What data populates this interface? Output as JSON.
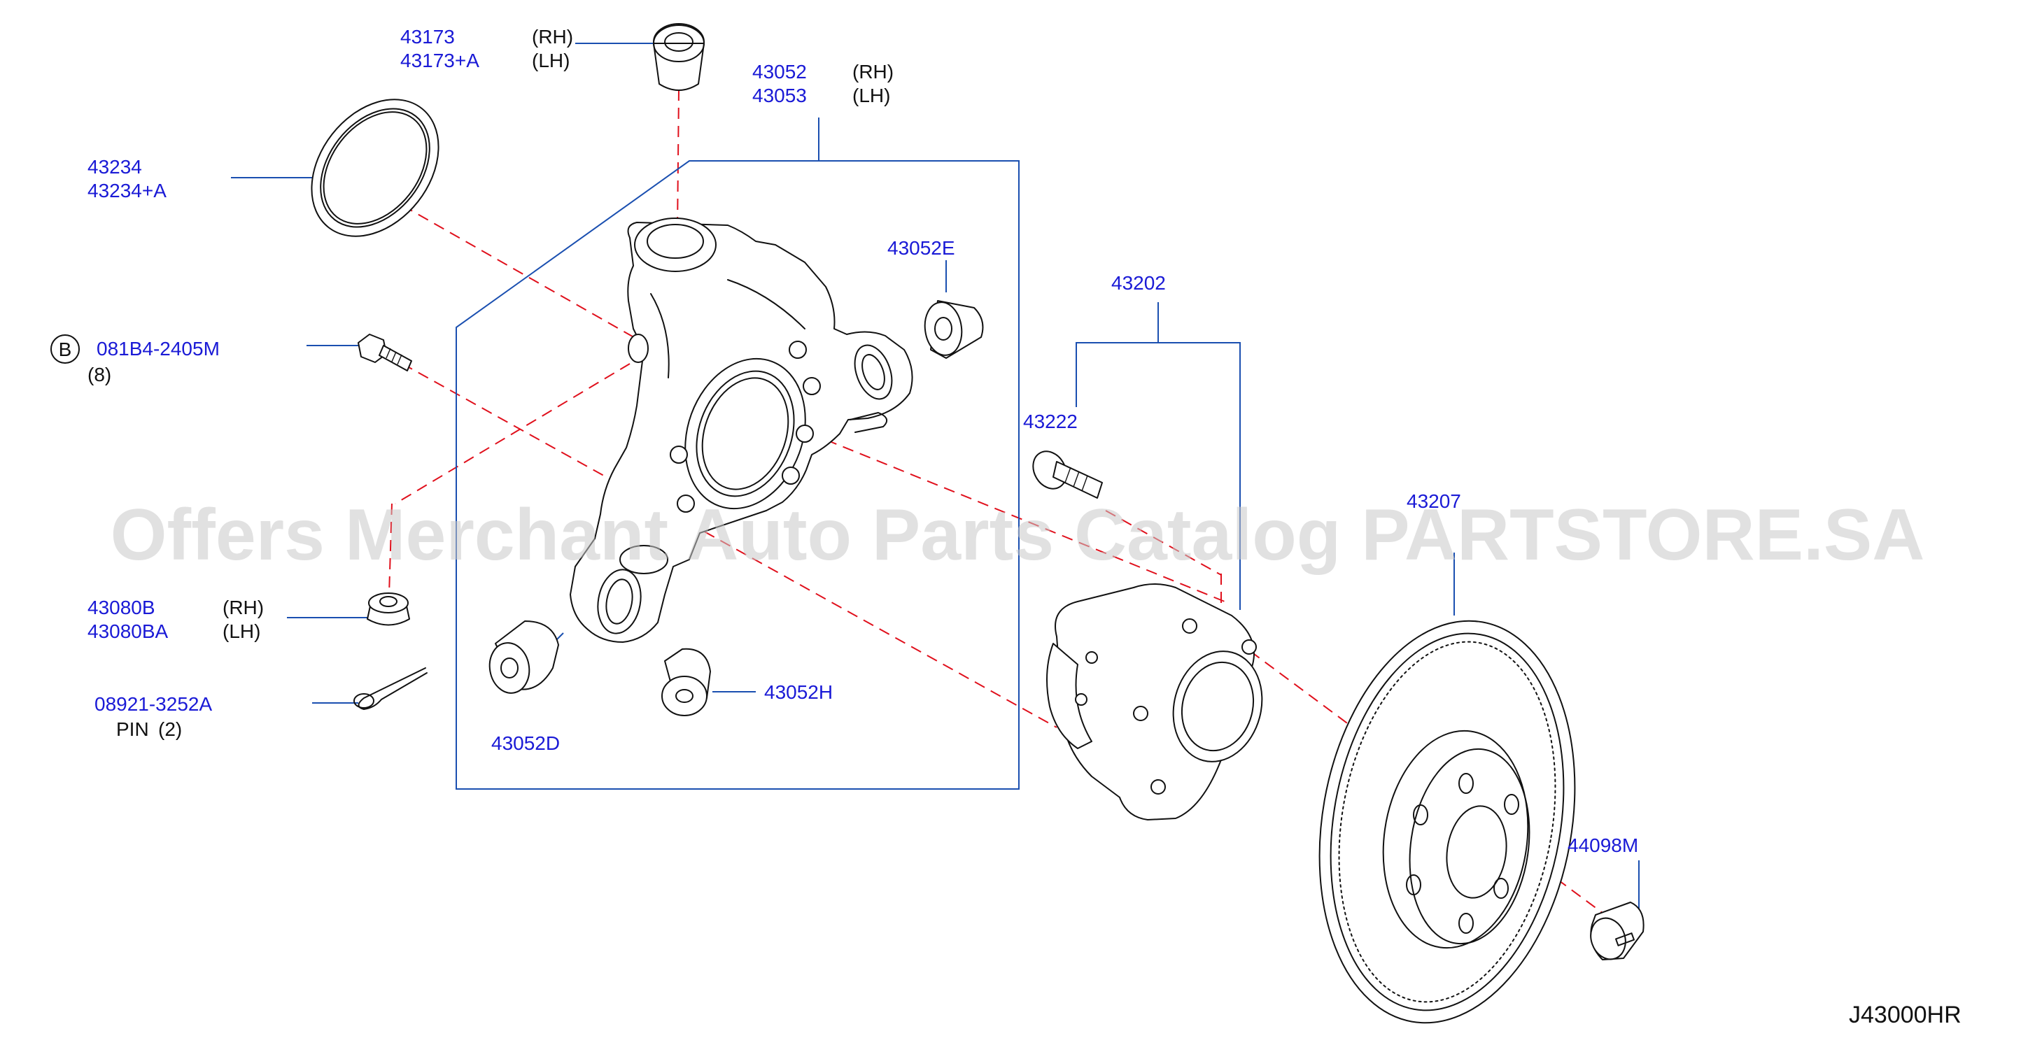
{
  "watermark": "Offers Merchant Auto Parts Catalog PARTSTORE.SA",
  "diagram_code": "J43000HR",
  "labels": {
    "p43173": "43173",
    "p43173a": "43173+A",
    "rh1": "(RH)",
    "lh1": "(LH)",
    "p43052": "43052",
    "p43053": "43053",
    "rh2": "(RH)",
    "lh2": "(LH)",
    "p43234": "43234",
    "p43234a": "43234+A",
    "p43052e": "43052E",
    "p43202": "43202",
    "bolt_ref": "B",
    "p081b4": "081B4-2405M",
    "qty8": "(8)",
    "p43222": "43222",
    "p43207": "43207",
    "p43080b": "43080B",
    "p43080ba": "43080BA",
    "rh3": "(RH)",
    "lh3": "(LH)",
    "p08921": "08921-3252A",
    "pin": "PIN",
    "qty2": "(2)",
    "p43052h": "43052H",
    "p43052d": "43052D",
    "p44098m": "44098M"
  },
  "colors": {
    "part_number": "#1a1ad6",
    "leader": "#1a4fb0",
    "centerline": "#e0101c",
    "outline": "#111111",
    "watermark": "#c8c8c8"
  }
}
